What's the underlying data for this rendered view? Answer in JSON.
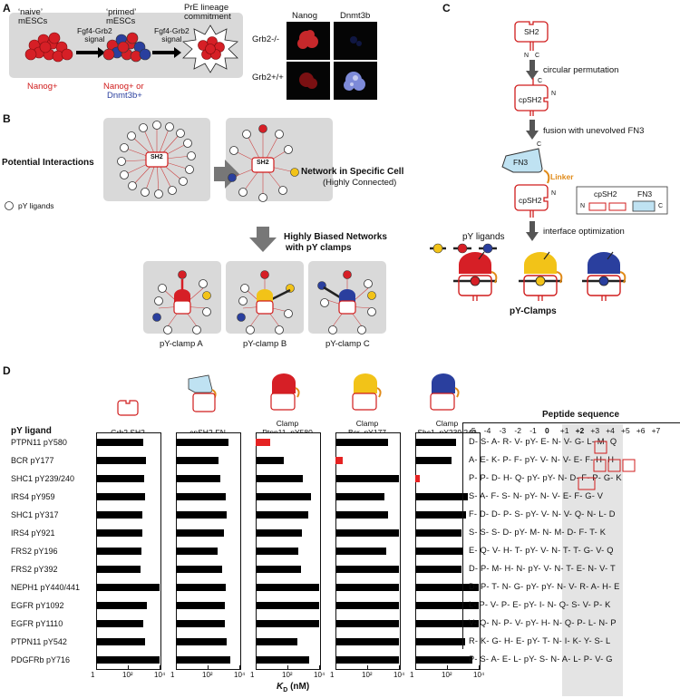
{
  "panel_labels": {
    "a": "A",
    "b": "B",
    "c": "C",
    "d": "D"
  },
  "panelA": {
    "naive": "‘naive’",
    "mesc1": "mESCs",
    "primed": "‘primed’",
    "mesc2": "mESCs",
    "pre": "PrE lineage",
    "commit": "commitment",
    "signal_top": "Fgf4-Grb2",
    "signal_bot": "signal",
    "nanog_plus": "Nanog+",
    "nanog_or": "Nanog+ or",
    "dnmt_plus": "Dnmt3b+",
    "col_nanog": "Nanog",
    "col_dnmt": "Dnmt3b",
    "row1": "Grb2-/-",
    "row2": "Grb2+/+"
  },
  "panelB": {
    "potential": "Potential Interactions",
    "pylig": "pY ligands",
    "sh2": "SH2",
    "network": "Network in Specific Cell",
    "connected": "(Highly Connected)",
    "biased": "Highly Biased Networks",
    "withclamps": "with pY clamps",
    "clampA": "pY-clamp A",
    "clampB": "pY-clamp B",
    "clampC": "pY-clamp C"
  },
  "panelC": {
    "sh2": "SH2",
    "n": "N",
    "c": "C",
    "circ": "circular permutation",
    "cpsh2": "cpSH2",
    "fusion": "fusion with unevolved FN3",
    "fn3": "FN3",
    "linker": "Linker",
    "legend_cp": "cpSH2",
    "legend_fn3": "FN3",
    "pylig": "pY ligands",
    "interface": "interface optimization",
    "clamps": "pY-Clamps"
  },
  "panelD": {
    "header_ligand": "pY ligand",
    "columns": [
      "Grb2 SH2",
      "cpSH2-FN",
      "Clamp Ptpn11_pY580",
      "Clamp Bcr_pY177",
      "Clamp Shc1_pY239/240"
    ],
    "col_l1": [
      "",
      "",
      "Clamp",
      "Clamp",
      "Clamp"
    ],
    "col_l2": [
      "Grb2 SH2",
      "cpSH2-FN",
      "Ptpn11_pY580",
      "Bcr_pY177",
      "Shc1_pY239/240"
    ],
    "ligands": [
      "PTPN11 pY580",
      "BCR pY177",
      "SHC1 pY239/240",
      "IRS4 pY959",
      "SHC1 pY317",
      "IRS4 pY921",
      "FRS2 pY196",
      "FRS2 pY392",
      "NEPH1 pY440/441",
      "EGFR pY1092",
      "EGFR pY1110",
      "PTPN11 pY542",
      "PDGFRb pY716"
    ],
    "xticks": [
      "1",
      "10²",
      "10⁴"
    ],
    "xlabel": "K",
    "xlabel_sub": "D",
    "xunit": " (nM)",
    "seq_title": "Peptide sequence",
    "positions": [
      "-5",
      "-4",
      "-3",
      "-2",
      "-1",
      "0",
      "+1",
      "+2",
      "+3",
      "+4",
      "+5",
      "+6",
      "+7"
    ],
    "sequences": [
      "D- S- A- R- V- pY- E- N- V- G- L- M- Q",
      "A- E- K- P- F- pY- V- N- V- E- F- H- H",
      "P- P- D- H- Q- pY- pY- N- D- F- P- G- K",
      "S- A- F- S- N- pY- N- V- E- F- G- V",
      "F- D- D- P- S- pY- V- N- V- Q- N- L- D",
      "S- S- S- D- pY- M- N- M- D- F- T- K",
      "E- Q- V- H- T- pY- V- N- T- T- G- V- Q",
      "D- P- M- H- N- pY- V- N- T- E- N- V- T",
      "D- P- T- N- G- pY- pY- N- V- R- A- H- E",
      "L- P- V- P- E- pY- I- N- Q- S- V- P- K",
      "V- Q- N- P- V- pY- H- N- Q- P- L- N- P",
      "R- K- G- H- E- pY- T- N- I- K- Y- S- L",
      "P- S- A- E- L- pY- S- N- A- L- P- V- G"
    ]
  },
  "chart_data": {
    "type": "bar",
    "xlabel": "KD (nM)",
    "xscale": "log",
    "xlim": [
      1,
      10000
    ],
    "categories": [
      "PTPN11 pY580",
      "BCR pY177",
      "SHC1 pY239/240",
      "IRS4 pY959",
      "SHC1 pY317",
      "IRS4 pY921",
      "FRS2 pY196",
      "FRS2 pY392",
      "NEPH1 pY440/441",
      "EGFR pY1092",
      "EGFR pY1110",
      "PTPN11 pY542",
      "PDGFRb pY716"
    ],
    "series": [
      {
        "name": "Grb2 SH2",
        "values": [
          900,
          1400,
          1100,
          1200,
          800,
          850,
          700,
          600,
          10000,
          1600,
          900,
          1300,
          10000
        ]
      },
      {
        "name": "cpSH2-FN",
        "values": [
          2000,
          500,
          600,
          1400,
          1600,
          1000,
          400,
          800,
          1400,
          1300,
          1200,
          1600,
          2600
        ]
      },
      {
        "name": "Clamp Ptpn11_pY580",
        "values": [
          8,
          60,
          900,
          3000,
          2200,
          850,
          500,
          700,
          10000,
          10000,
          10000,
          400,
          2500
        ]
      },
      {
        "name": "Clamp Bcr_pY177",
        "values": [
          2000,
          3,
          10000,
          1300,
          2000,
          10000,
          1500,
          10000,
          10000,
          10000,
          10000,
          10000,
          10000
        ]
      },
      {
        "name": "Clamp Shc1_pY239/240",
        "values": [
          350,
          200,
          2,
          2000,
          1500,
          800,
          1100,
          850,
          10000,
          10000,
          10000,
          1400,
          4000
        ]
      }
    ],
    "highlight": {
      "Clamp Ptpn11_pY580": "PTPN11 pY580",
      "Clamp Bcr_pY177": "BCR pY177",
      "Clamp Shc1_pY239/240": "SHC1 pY239/240"
    },
    "colors": {
      "bar": "#000000",
      "target": "#e52222"
    }
  },
  "colors": {
    "red": "#d01c1c",
    "blue": "#2a3f9e",
    "yellow": "#f2c318",
    "orange": "#e08a18",
    "lightblue": "#bfe2f2",
    "panel_gray": "#d9d9d9"
  }
}
